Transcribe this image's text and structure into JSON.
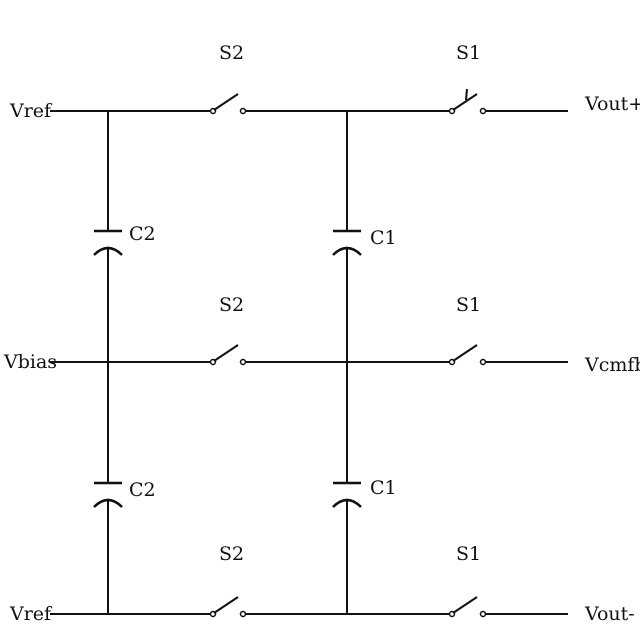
{
  "terminals": {
    "vref_top": "Vref",
    "vbias": "Vbias",
    "vref_bottom": "Vref",
    "vout_plus": "Vout+",
    "vcmfb": "Vcmfb",
    "vout_minus": "Vout-"
  },
  "switches": {
    "row1_s2": "S2",
    "row1_s1": "S1",
    "row2_s2": "S2",
    "row2_s1": "S1",
    "row3_s2": "S2",
    "row3_s1": "S1"
  },
  "capacitors": {
    "left_top": "C2",
    "right_top": "C1",
    "left_bottom": "C2",
    "right_bottom": "C1"
  },
  "colors": {
    "line": "#111111",
    "background": "#ffffff"
  }
}
